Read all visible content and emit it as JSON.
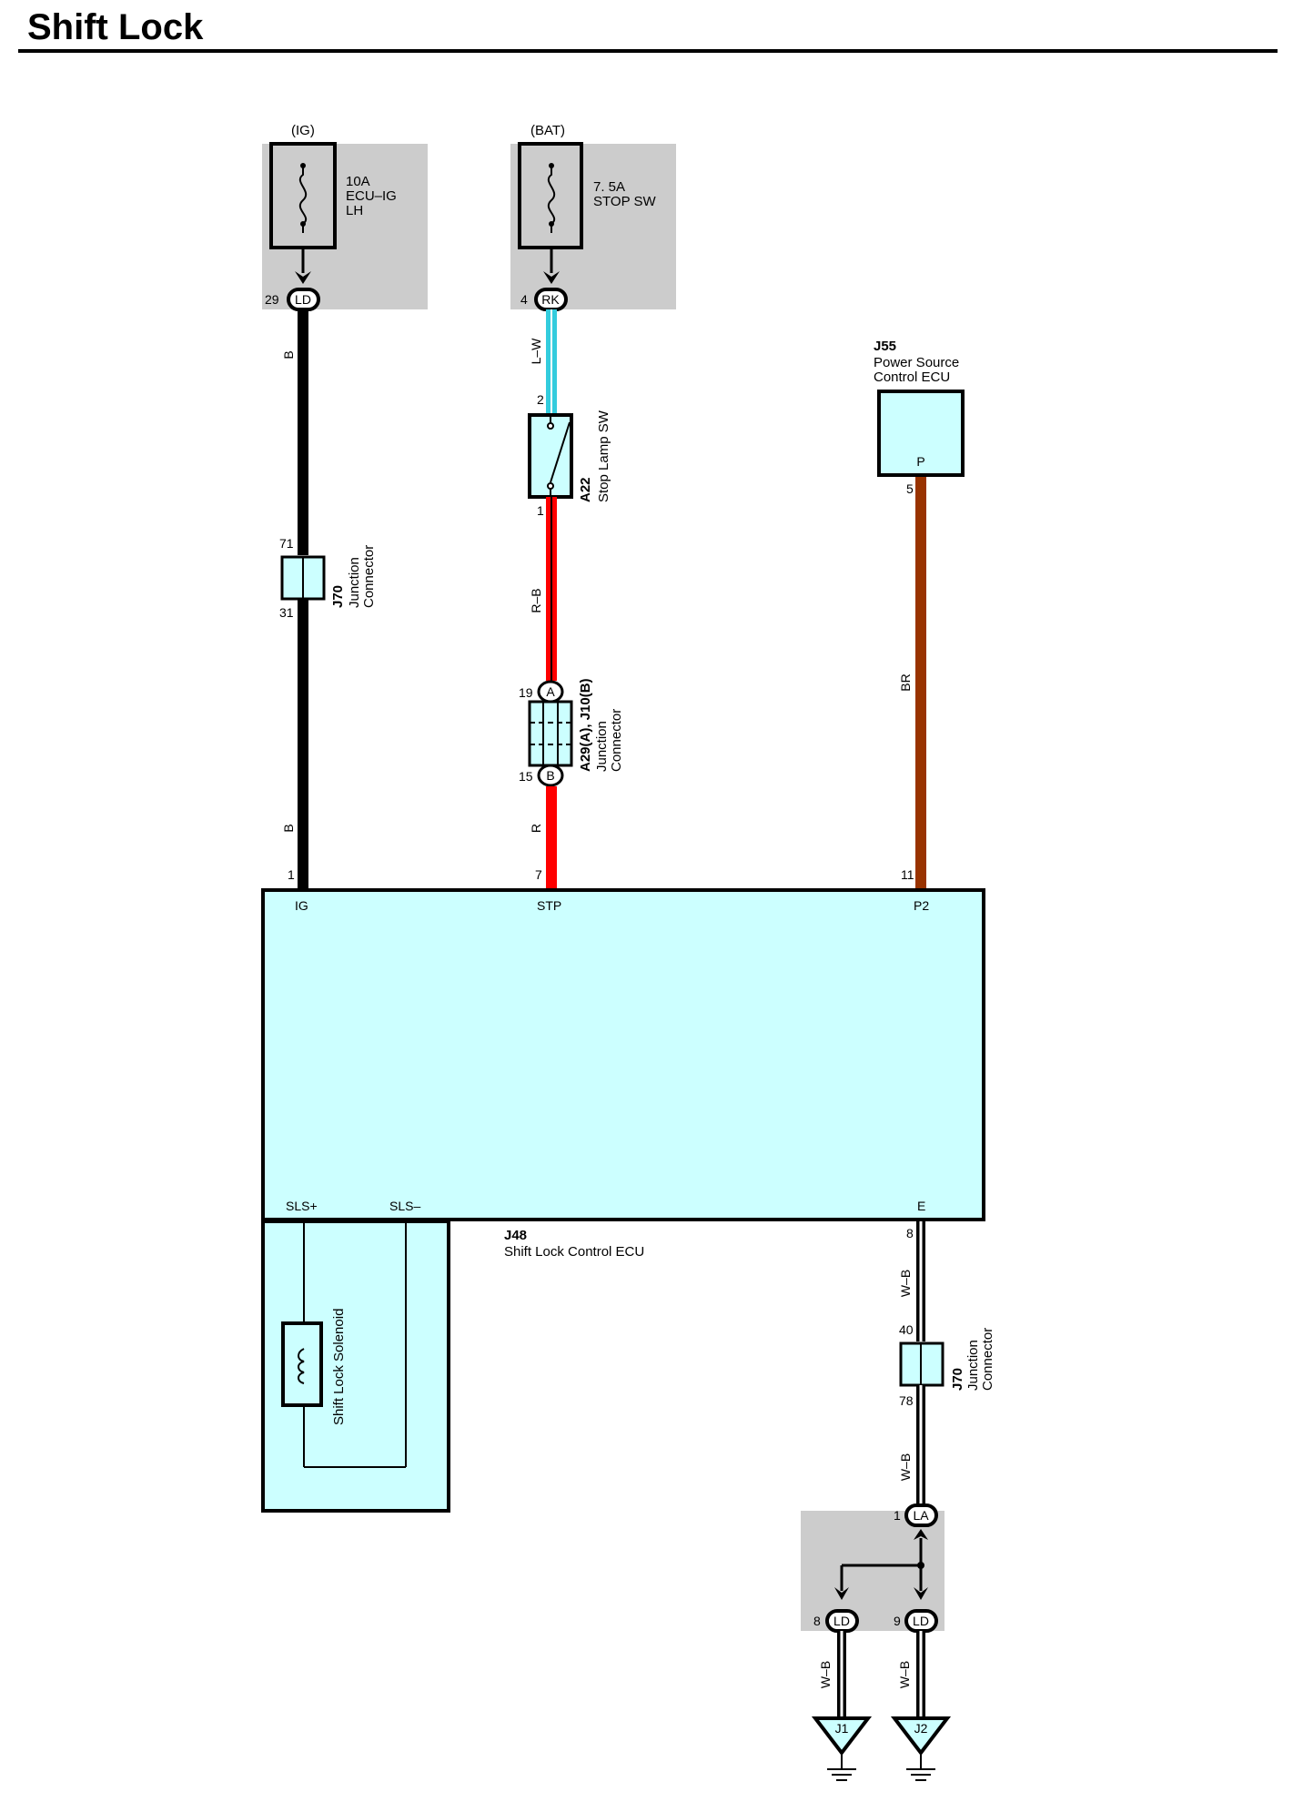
{
  "title": "Shift Lock",
  "colors": {
    "component_fill": "#ccffff",
    "shade": "#cccccc",
    "wire_black": "#000000",
    "wire_red": "#ff0000",
    "wire_light_blue": "#33ccdd",
    "wire_brown": "#993300"
  },
  "fuses": [
    {
      "supply": "(IG)",
      "rating": "10A",
      "name_line1": "ECU–IG",
      "name_line2": "LH",
      "pin": "29",
      "connector": "LD"
    },
    {
      "supply": "(BAT)",
      "rating": "7. 5A",
      "name_line1": "STOP SW",
      "name_line2": "",
      "pin": "4",
      "connector": "RK"
    }
  ],
  "wires": {
    "ig_upper": "B",
    "ig_lower": "B",
    "stop_upper": "L–W",
    "stop_mid": "R–B",
    "stop_lower": "R",
    "p_line": "BR",
    "ground_upper": "W–B",
    "ground_lower": "W–B",
    "ground_j1": "W–B",
    "ground_j2": "W–B"
  },
  "components": {
    "j70_upper": {
      "code": "J70",
      "line1": "Junction",
      "line2": "Connector",
      "pin_top": "71",
      "pin_bottom": "31"
    },
    "a22": {
      "code": "A22",
      "name": "Stop Lamp SW",
      "pin_top": "2",
      "pin_bottom": "1"
    },
    "a29": {
      "code": "A29(A), J10(B)",
      "line1": "Junction",
      "line2": "Connector",
      "pin_top": "19",
      "pin_bottom": "15",
      "letter_top": "A",
      "letter_bottom": "B"
    },
    "j55": {
      "code": "J55",
      "line1": "Power Source",
      "line2": "Control ECU",
      "terminal": "P",
      "pin": "5"
    },
    "j48": {
      "code": "J48",
      "name": "Shift Lock Control ECU",
      "terminals": {
        "ig": "IG",
        "stp": "STP",
        "p2": "P2",
        "sls_plus": "SLS+",
        "sls_minus": "SLS–",
        "e": "E"
      },
      "pins": {
        "ig": "1",
        "stp": "7",
        "p2": "11",
        "e": "8"
      }
    },
    "solenoid": {
      "name": "Shift Lock Solenoid"
    },
    "j70_lower": {
      "code": "J70",
      "line1": "Junction",
      "line2": "Connector",
      "pin_top": "40",
      "pin_bottom": "78"
    },
    "la": {
      "pin": "1",
      "connector": "LA"
    },
    "ld_left": {
      "pin": "8",
      "connector": "LD"
    },
    "ld_right": {
      "pin": "9",
      "connector": "LD"
    },
    "grounds": [
      "J1",
      "J2"
    ]
  }
}
